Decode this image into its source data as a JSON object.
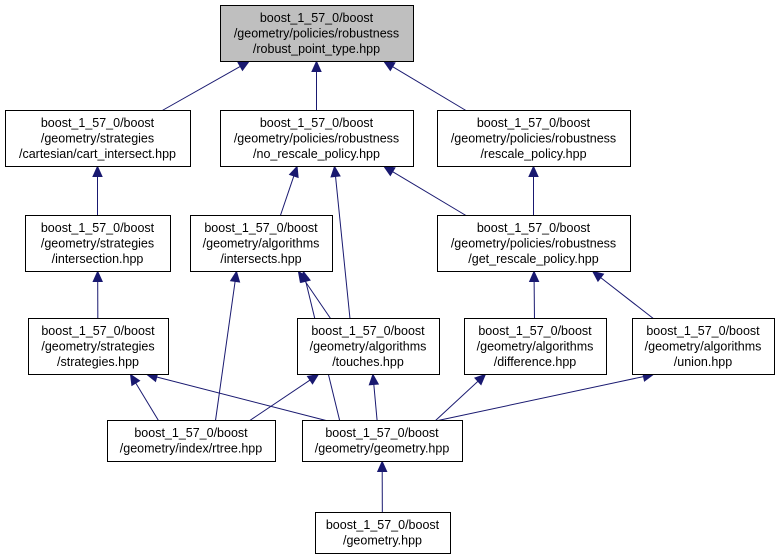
{
  "colors": {
    "edge": "#191970",
    "root_fill": "#bfbfbf",
    "node_fill": "#ffffff",
    "border": "#000000"
  },
  "nodes": [
    {
      "id": "robust_point_type",
      "lines": [
        "boost_1_57_0/boost",
        "/geometry/policies/robustness",
        "/robust_point_type.hpp"
      ],
      "highlight": true
    },
    {
      "id": "cart_intersect",
      "lines": [
        "boost_1_57_0/boost",
        "/geometry/strategies",
        "/cartesian/cart_intersect.hpp"
      ]
    },
    {
      "id": "no_rescale_policy",
      "lines": [
        "boost_1_57_0/boost",
        "/geometry/policies/robustness",
        "/no_rescale_policy.hpp"
      ]
    },
    {
      "id": "rescale_policy",
      "lines": [
        "boost_1_57_0/boost",
        "/geometry/policies/robustness",
        "/rescale_policy.hpp"
      ]
    },
    {
      "id": "intersection",
      "lines": [
        "boost_1_57_0/boost",
        "/geometry/strategies",
        "/intersection.hpp"
      ]
    },
    {
      "id": "intersects",
      "lines": [
        "boost_1_57_0/boost",
        "/geometry/algorithms",
        "/intersects.hpp"
      ]
    },
    {
      "id": "get_rescale_policy",
      "lines": [
        "boost_1_57_0/boost",
        "/geometry/policies/robustness",
        "/get_rescale_policy.hpp"
      ]
    },
    {
      "id": "strategies",
      "lines": [
        "boost_1_57_0/boost",
        "/geometry/strategies",
        "/strategies.hpp"
      ]
    },
    {
      "id": "touches",
      "lines": [
        "boost_1_57_0/boost",
        "/geometry/algorithms",
        "/touches.hpp"
      ]
    },
    {
      "id": "difference",
      "lines": [
        "boost_1_57_0/boost",
        "/geometry/algorithms",
        "/difference.hpp"
      ]
    },
    {
      "id": "union",
      "lines": [
        "boost_1_57_0/boost",
        "/geometry/algorithms",
        "/union.hpp"
      ]
    },
    {
      "id": "rtree",
      "lines": [
        "boost_1_57_0/boost",
        "/geometry/index/rtree.hpp"
      ]
    },
    {
      "id": "geometry_geometry",
      "lines": [
        "boost_1_57_0/boost",
        "/geometry/geometry.hpp"
      ]
    },
    {
      "id": "geometry",
      "lines": [
        "boost_1_57_0/boost",
        "/geometry.hpp"
      ]
    }
  ],
  "edges": [
    {
      "from": "cart_intersect",
      "to": "robust_point_type"
    },
    {
      "from": "no_rescale_policy",
      "to": "robust_point_type"
    },
    {
      "from": "rescale_policy",
      "to": "robust_point_type"
    },
    {
      "from": "intersection",
      "to": "cart_intersect"
    },
    {
      "from": "intersects",
      "to": "no_rescale_policy"
    },
    {
      "from": "touches",
      "to": "no_rescale_policy"
    },
    {
      "from": "get_rescale_policy",
      "to": "no_rescale_policy"
    },
    {
      "from": "get_rescale_policy",
      "to": "rescale_policy"
    },
    {
      "from": "strategies",
      "to": "intersection"
    },
    {
      "from": "touches",
      "to": "intersects"
    },
    {
      "from": "rtree",
      "to": "intersects"
    },
    {
      "from": "geometry_geometry",
      "to": "intersects"
    },
    {
      "from": "difference",
      "to": "get_rescale_policy"
    },
    {
      "from": "union",
      "to": "get_rescale_policy"
    },
    {
      "from": "rtree",
      "to": "strategies"
    },
    {
      "from": "geometry_geometry",
      "to": "strategies"
    },
    {
      "from": "rtree",
      "to": "touches"
    },
    {
      "from": "geometry_geometry",
      "to": "touches"
    },
    {
      "from": "geometry_geometry",
      "to": "difference"
    },
    {
      "from": "geometry_geometry",
      "to": "union"
    },
    {
      "from": "geometry",
      "to": "geometry_geometry"
    }
  ]
}
